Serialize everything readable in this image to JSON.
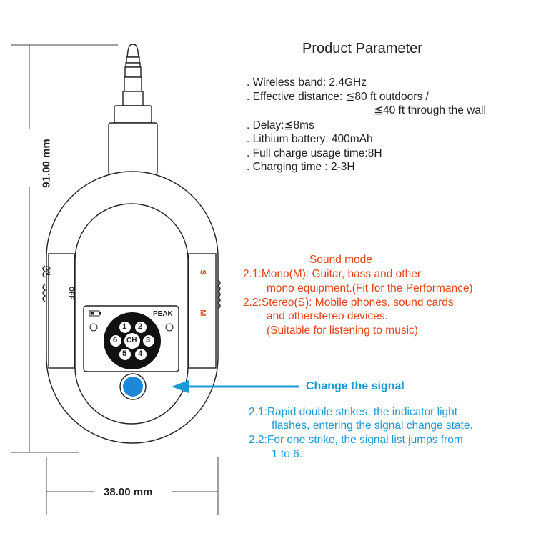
{
  "title": "Product Parameter",
  "specs": [
    ". Wireless band: 2.4GHz",
    ". Effective distance: ≦80 ft outdoors /",
    "≦40 ft through the wall",
    ". Delay:≦8ms",
    ". Lithium battery: 400mAh",
    ". Full charge usage time:8H",
    ". Charging time : 2-3H"
  ],
  "sound_mode": {
    "heading": "Sound mode",
    "lines": [
      "2.1:Mono(M): Guitar, bass and other",
      "mono equipment.(Fit for the Performance)",
      "2.2:Stereo(S): Mobile phones, sound cards",
      "and otherstereo devices.",
      "(Suitable for listening to music)"
    ]
  },
  "signal": {
    "heading": "Change the signal",
    "lines": [
      "2.1:Rapid double strikes, the indicator light",
      "flashes, entering the signal change state.",
      "2.2:For one strike, the signal list jumps from",
      "1 to 6."
    ]
  },
  "device": {
    "switch_on": "ON",
    "switch_off": "OFF",
    "mode_s": "S",
    "mode_m": "M",
    "peak": "PEAK",
    "center": "CH",
    "channels": [
      "1",
      "2",
      "3",
      "4",
      "5",
      "6"
    ]
  },
  "dimensions": {
    "height": "91.00 mm",
    "width": "38.00 mm"
  },
  "colors": {
    "mode_text": "#e2431a",
    "signal_text": "#1b9ad6",
    "button": "#1e88d8"
  }
}
